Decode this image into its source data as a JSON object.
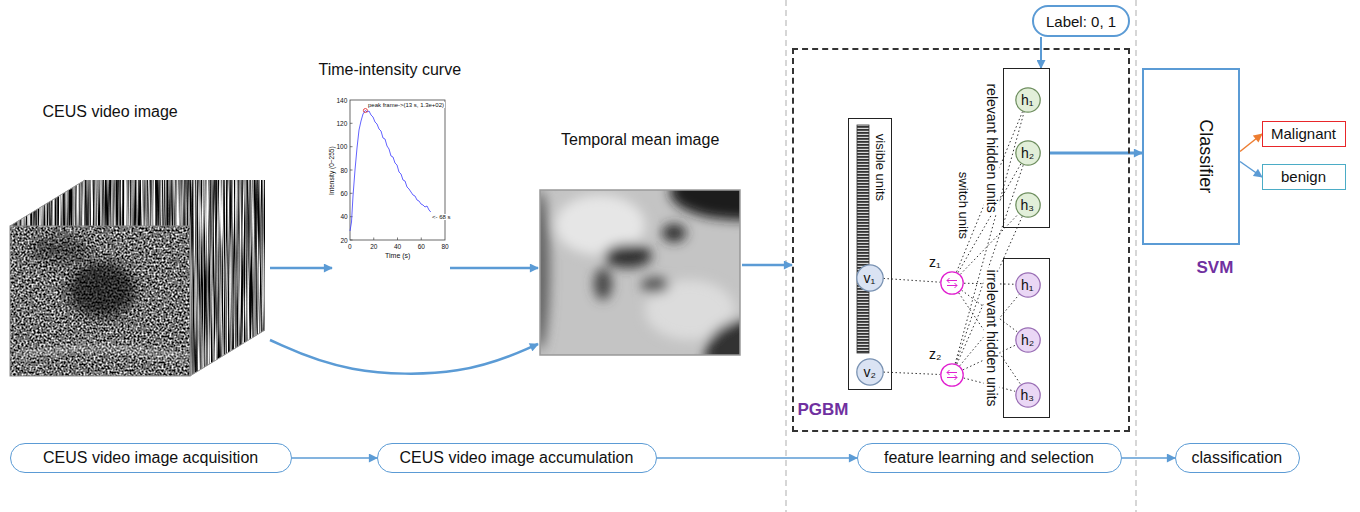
{
  "diagram": {
    "nodes": [
      {
        "text": [
          "CEUS video image"
        ]
      },
      {
        "text": [
          "Time-intensity curve"
        ]
      },
      {
        "text": [
          "Temporal mean image"
        ]
      },
      {
        "text": [
          "PGBM"
        ]
      },
      {
        "text": [
          "visible units"
        ],
        "in": 3
      },
      {
        "text": [
          "v₁"
        ],
        "in": 4
      },
      {
        "text": [
          "v₂"
        ],
        "in": 4
      },
      {
        "text": [
          "z₁"
        ],
        "in": 3
      },
      {
        "text": [
          "z₂"
        ],
        "in": 3
      },
      {
        "text": [
          "relevant hidden units"
        ],
        "in": 3
      },
      {
        "text": [
          "h₁"
        ],
        "in": 9
      },
      {
        "text": [
          "h₂"
        ],
        "in": 9
      },
      {
        "text": [
          "h₃"
        ],
        "in": 9
      },
      {
        "text": [
          "irrelevant hidden units"
        ],
        "in": 3
      },
      {
        "text": [
          "h₁"
        ],
        "in": 13
      },
      {
        "text": [
          "h₂"
        ],
        "in": 13
      },
      {
        "text": [
          "h₃"
        ],
        "in": 13
      },
      {
        "text": [
          "Label: 0, 1"
        ]
      },
      {
        "text": [
          "Classifier"
        ]
      },
      {
        "text": [
          "Malignant"
        ]
      },
      {
        "text": [
          "benign"
        ]
      },
      {
        "text": [
          "CEUS video image acquisition"
        ]
      },
      {
        "text": [
          "CEUS video image accumulation"
        ]
      },
      {
        "text": [
          "feature learning and selection"
        ]
      },
      {
        "text": [
          "classification"
        ]
      }
    ],
    "edges": [
      {
        "from": 0,
        "to": 1,
        "arrow": "to"
      },
      {
        "from": 1,
        "to": 2,
        "arrow": "to"
      },
      {
        "from": 0,
        "to": 2,
        "arrow": "to"
      },
      {
        "from": 2,
        "to": 3,
        "arrow": "to"
      },
      {
        "from": 5,
        "to": 7,
        "arrow": "none"
      },
      {
        "from": 6,
        "to": 8,
        "arrow": "none"
      },
      {
        "from": 7,
        "to": 10,
        "arrow": "none"
      },
      {
        "from": 7,
        "to": 11,
        "arrow": "none"
      },
      {
        "from": 7,
        "to": 12,
        "arrow": "none"
      },
      {
        "from": 7,
        "to": 14,
        "arrow": "none"
      },
      {
        "from": 7,
        "to": 15,
        "arrow": "none"
      },
      {
        "from": 7,
        "to": 16,
        "arrow": "none"
      },
      {
        "from": 8,
        "to": 10,
        "arrow": "none"
      },
      {
        "from": 8,
        "to": 11,
        "arrow": "none"
      },
      {
        "from": 8,
        "to": 12,
        "arrow": "none"
      },
      {
        "from": 8,
        "to": 14,
        "arrow": "none"
      },
      {
        "from": 8,
        "to": 15,
        "arrow": "none"
      },
      {
        "from": 8,
        "to": 16,
        "arrow": "none"
      },
      {
        "from": 17,
        "to": 9,
        "arrow": "to"
      },
      {
        "from": 9,
        "to": 18,
        "arrow": "to"
      },
      {
        "from": 18,
        "to": 19,
        "arrow": "to"
      },
      {
        "from": 18,
        "to": 20,
        "arrow": "to"
      },
      {
        "from": 21,
        "to": 22,
        "arrow": "to"
      },
      {
        "from": 22,
        "to": 23,
        "arrow": "to"
      },
      {
        "from": 23,
        "to": 24,
        "arrow": "to"
      }
    ],
    "labels": [
      "switch units",
      "SVM",
      "Intensity (0~255)",
      "Time (s)",
      "peak frame->(13 s, 1.3e+02)",
      "<- 68 s",
      "20",
      "40",
      "60",
      "80",
      "100",
      "120",
      "140",
      "0",
      "20",
      "40",
      "60",
      "80"
    ]
  }
}
